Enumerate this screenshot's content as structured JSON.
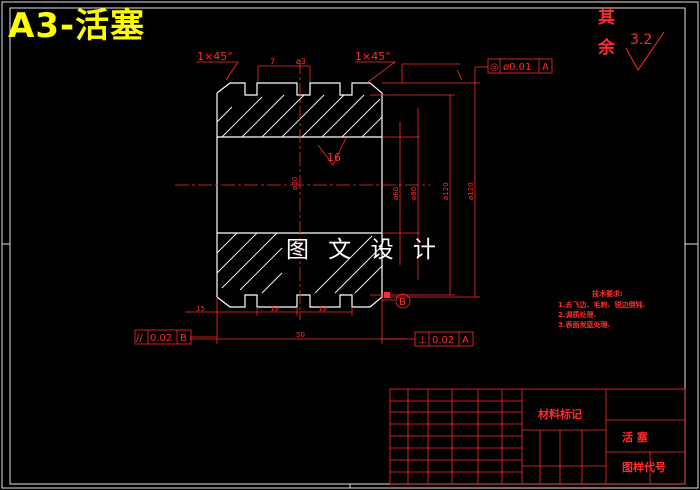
{
  "drawing": {
    "title": "A3-活塞",
    "watermark": "图 文 设 计",
    "roughness": {
      "label_top": "其",
      "label_bottom": "余",
      "value": "3.2"
    },
    "chamfer_left": "1×45°",
    "chamfer_right": "1×45°",
    "dim_top_7": "7",
    "dim_top_phi": "ø3",
    "surface_finish_mid": "16",
    "gdt_top": {
      "symbol": "◎",
      "tolerance": "ø0.01",
      "datum": "A"
    },
    "gdt_left": {
      "symbol": "//",
      "tolerance": "0.02",
      "datum": "B"
    },
    "gdt_right": {
      "symbol": "⊥",
      "tolerance": "0.02",
      "datum": "A"
    },
    "datum_b": "B",
    "dim_bottom_left": "15",
    "dim_bottom_mid1": "13",
    "dim_bottom_mid2": "13",
    "dim_overall": "50",
    "dim_center_dia": "ø30",
    "dim_right_small": "ø60",
    "dim_right_mid": "ø80",
    "dim_right_large": "ø120",
    "tech_req": {
      "heading": "技术要求:",
      "items": [
        "1.去飞边、毛刺、锐边倒钝.",
        "2.调质处理.",
        "3.表面发蓝处理."
      ]
    },
    "title_block": {
      "material_mark": "材料标记",
      "part_name": "活 塞",
      "drawing_code": "图样代号"
    }
  }
}
